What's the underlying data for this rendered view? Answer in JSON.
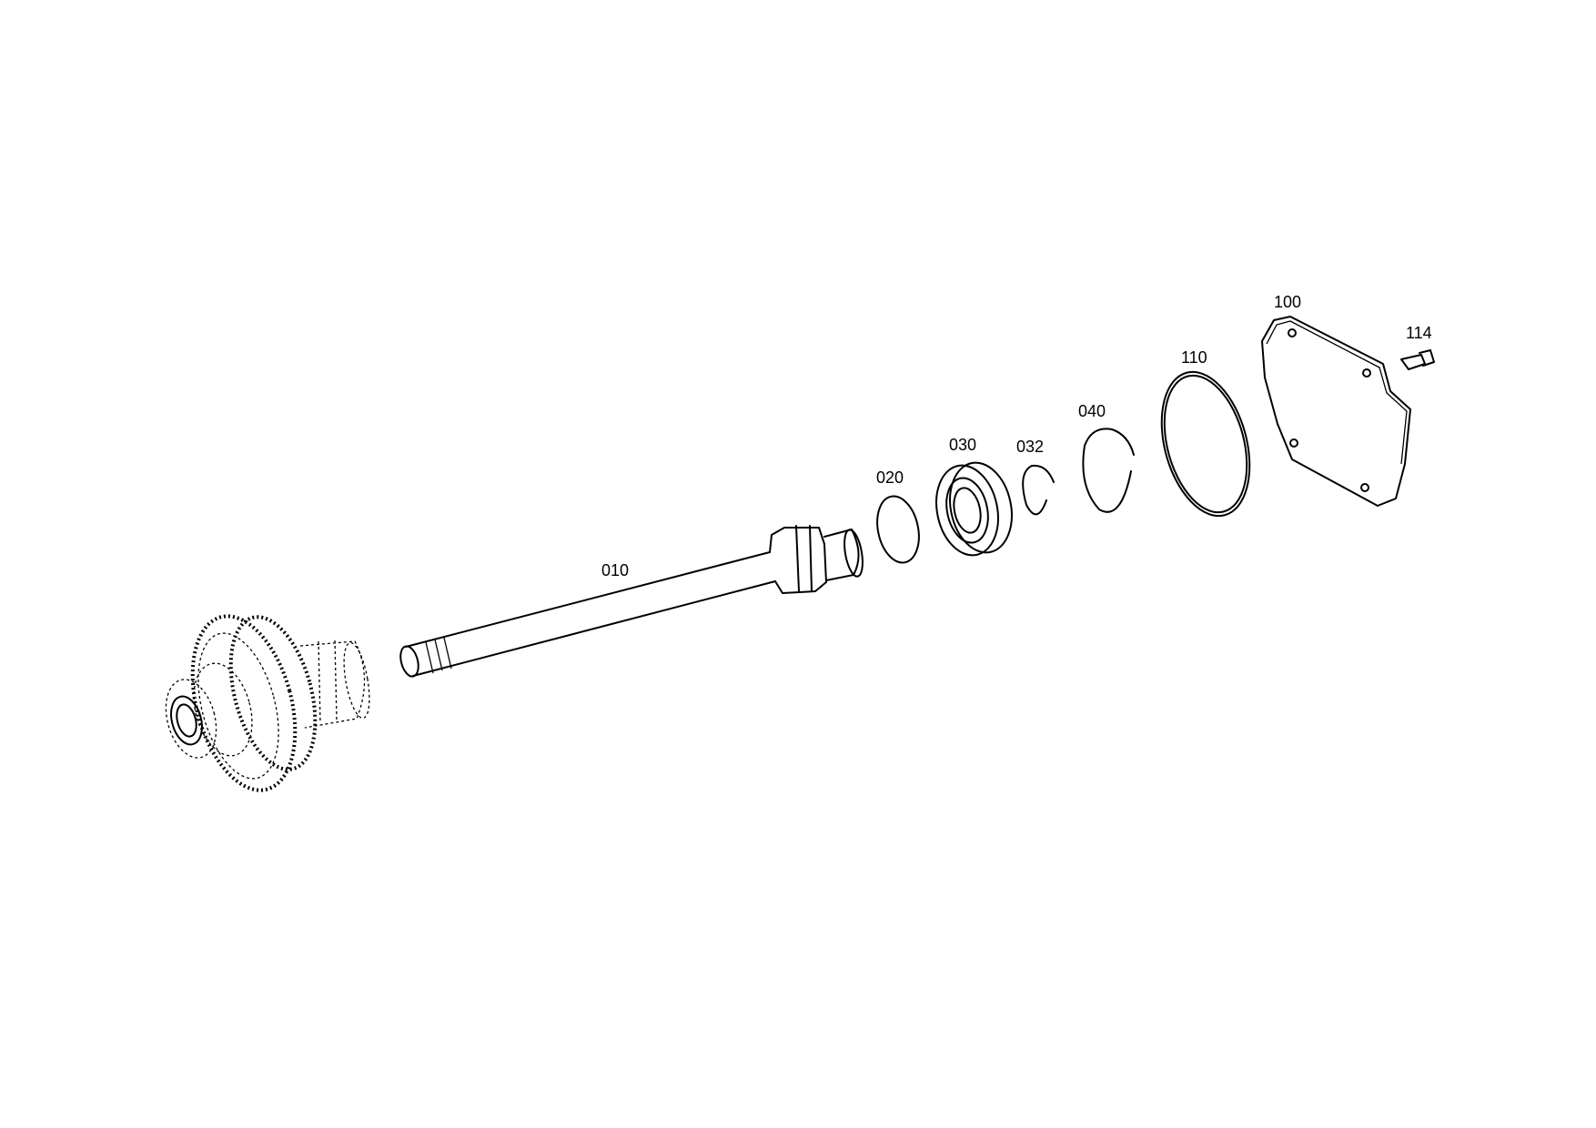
{
  "parts": [
    {
      "id": "shaft",
      "label": "010"
    },
    {
      "id": "snap-ring-small",
      "label": "020"
    },
    {
      "id": "ball-bearing",
      "label": "030"
    },
    {
      "id": "circlip-small",
      "label": "032"
    },
    {
      "id": "circlip-large",
      "label": "040"
    },
    {
      "id": "o-ring",
      "label": "110"
    },
    {
      "id": "gasket-plate",
      "label": "100"
    },
    {
      "id": "plug",
      "label": "114"
    }
  ]
}
